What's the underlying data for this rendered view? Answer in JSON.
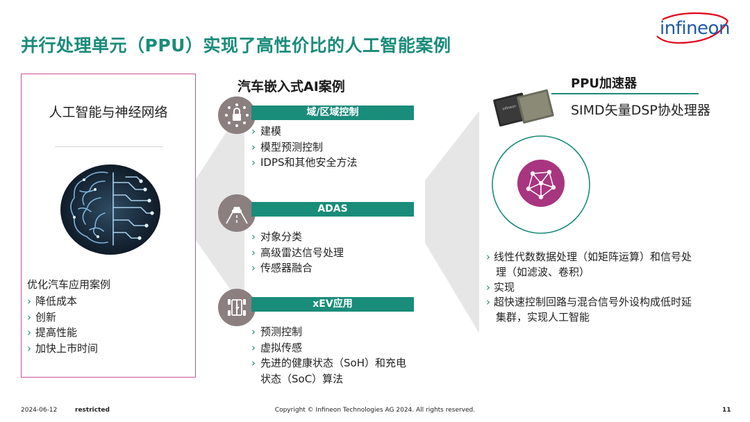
{
  "title": "并行处理单元（PPU）实现了高性价比的人工智能案例",
  "logo": {
    "text": "infineon",
    "color": "#1e5aa8"
  },
  "colors": {
    "accent": "#1a8c7a",
    "box_border": "#c8509a",
    "circle": "#8b7f7f",
    "ppu_icon": "#a8357f"
  },
  "left_box": {
    "title": "人工智能与神经网络",
    "subtitle": "优化汽车应用案例",
    "items": [
      "降低成本",
      "创新",
      "提高性能",
      "加快上市时间"
    ]
  },
  "middle": {
    "heading": "汽车嵌入式AI案例",
    "sections": [
      {
        "label": "域/区域控制",
        "icon": "lock-network-icon",
        "items": [
          "建模",
          "模型预测控制",
          "IDPS和其他安全方法"
        ]
      },
      {
        "label": "ADAS",
        "icon": "car-road-icon",
        "items": [
          "对象分类",
          "高级雷达信号处理",
          "传感器融合"
        ]
      },
      {
        "label": "xEV应用",
        "icon": "ev-chassis-icon",
        "items": [
          "预测控制",
          "虚拟传感"
        ],
        "item3_line1": "先进的健康状态（SoH）和充电",
        "item3_line2": "状态（SoC）算法"
      }
    ]
  },
  "right": {
    "heading": "PPU加速器",
    "subtitle": "SIMD矢量DSP协处理器",
    "item1_line1": "线性代数数据处理（如矩阵运算）和信号处",
    "item1_line2": "理（如滤波、卷积）",
    "item2": "实现",
    "item3_line1": "超快速控制回路与混合信号外设构成低时延",
    "item3_line2": "集群，实现人工智能"
  },
  "footer": {
    "date": "2024-06-12",
    "classification": "restricted",
    "copyright": "Copyright © Infineon Technologies AG 2024. All rights reserved.",
    "page": "11"
  }
}
